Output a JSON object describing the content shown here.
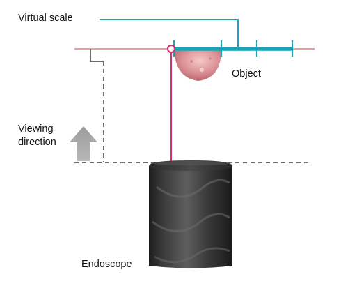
{
  "labels": {
    "virtual_scale": "Virtual scale",
    "object": "Object",
    "viewing_line1": "Viewing",
    "viewing_line2": "direction",
    "endoscope": "Endoscope"
  },
  "colors": {
    "scale": "#1aa3b8",
    "laser_beam": "#d6336c",
    "reference_plane": "#c96a6a",
    "dashed_guide": "#6b6b6b",
    "arrow": "#a8a8a8",
    "endoscope_body": "#3a3a3a",
    "object_tissue": "#e6a3a6"
  },
  "icons": {
    "viewing_arrow": "up-arrow-icon"
  }
}
